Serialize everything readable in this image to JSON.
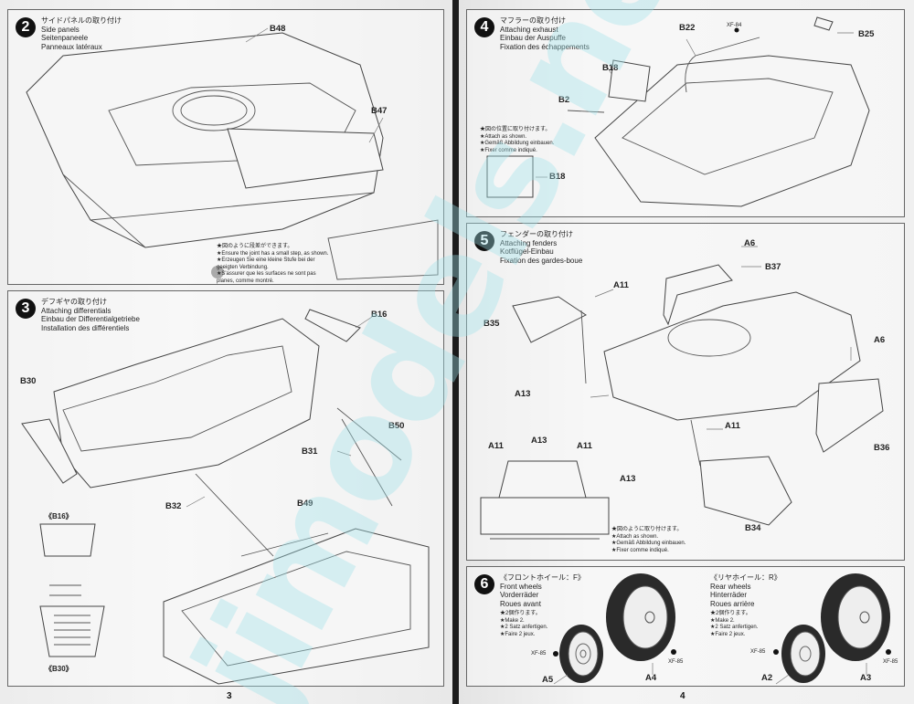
{
  "pages": [
    {
      "page_number": "3",
      "steps": [
        {
          "number": "2",
          "titles": [
            "サイドパネルの取り付け",
            "Side panels",
            "Seitenpaneele",
            "Panneaux latéraux"
          ],
          "notes": [
            "★図のように段差ができます。",
            "★Ensure the joint has a small step, as shown.",
            "★Erzeugen Sie eine kleine Stufe bei der",
            "geeigten Verbindung.",
            "★S'assurer que les surfaces ne sont pas",
            "planes, comme montré."
          ],
          "parts": [
            "B48",
            "B47"
          ]
        },
        {
          "number": "3",
          "titles": [
            "デフギヤの取り付け",
            "Attaching differentials",
            "Einbau der Differentialgetriebe",
            "Installation des différentiels"
          ],
          "parts": [
            "B16",
            "B30",
            "B50",
            "B31",
            "B32",
            "B49"
          ],
          "detail_labels": [
            "《B16》",
            "《B30》"
          ]
        }
      ]
    },
    {
      "page_number": "4",
      "steps": [
        {
          "number": "4",
          "titles": [
            "マフラーの取り付け",
            "Attaching exhaust",
            "Einbau der Auspuffe",
            "Fixation des échappements"
          ],
          "notes": [
            "★図の位置に取り付けます。",
            "★Attach as shown.",
            "★Gemäß Abbildung einbauen.",
            "★Fixer comme indiqué."
          ],
          "parts": [
            "B22",
            "B25",
            "B18",
            "B2",
            "B18"
          ],
          "paint": "XF-84"
        },
        {
          "number": "5",
          "titles": [
            "フェンダーの取り付け",
            "Attaching fenders",
            "Kotflügel-Einbau",
            "Fixation des gardes-boue"
          ],
          "notes": [
            "★図のように取り付けます。",
            "★Attach as shown.",
            "★Gemäß Abbildung einbauen.",
            "★Fixer comme indiqué."
          ],
          "parts": [
            "A6",
            "B37",
            "A11",
            "B35",
            "A6",
            "A13",
            "A11",
            "B36",
            "A13",
            "B34",
            "A11",
            "A13",
            "A11"
          ]
        },
        {
          "number": "6",
          "front": {
            "titles": [
              "《フロントホイール：F》",
              "Front wheels",
              "Vorderräder",
              "Roues avant"
            ],
            "notes": [
              "★2個作ります。",
              "★Make 2.",
              "★2 Satz anfertigen.",
              "★Faire 2 jeux."
            ],
            "parts": [
              "A5",
              "A4"
            ],
            "paint": [
              "XF-85",
              "XF-85"
            ]
          },
          "rear": {
            "titles": [
              "《リヤホイール：R》",
              "Rear wheels",
              "Hinterräder",
              "Roues arrière"
            ],
            "notes": [
              "★2個作ります。",
              "★Make 2.",
              "★2 Satz anfertigen.",
              "★Faire 2 jeux."
            ],
            "parts": [
              "A2",
              "A3"
            ],
            "paint": [
              "XF-85",
              "XF-85"
            ]
          }
        }
      ]
    }
  ],
  "watermark": "jimodels.net",
  "colors": {
    "watermark": "#a0e1eb",
    "ink": "#222222",
    "spine": "#1b1b1b"
  }
}
